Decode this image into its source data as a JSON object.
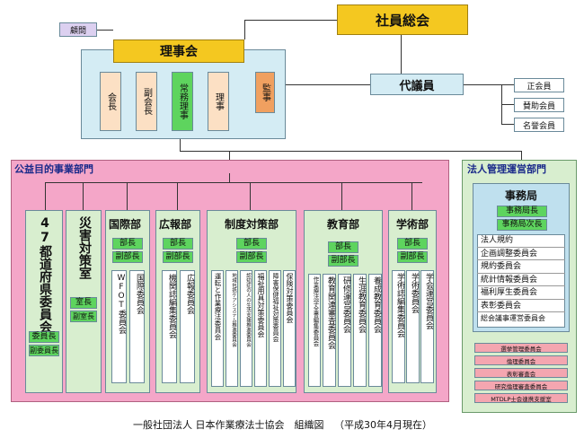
{
  "top": {
    "general_assembly": "社員総会",
    "board": "理事会",
    "advisor": "顧問",
    "delegates": "代議員",
    "board_members": [
      "会長",
      "副会長",
      "常務理事",
      "理事"
    ],
    "auditor": "監事",
    "member_types": [
      "正会員",
      "賛助会員",
      "名誉会員"
    ]
  },
  "public_section": {
    "title": "公益目的事業部門",
    "prefectural": {
      "name": "47都道府県委員会",
      "roles": [
        "委員長",
        "副委員長"
      ]
    },
    "disaster": {
      "name": "災害対策室",
      "roles": [
        "室長",
        "副室長"
      ]
    },
    "international": {
      "name": "国際部",
      "roles": [
        "部長",
        "副部長"
      ],
      "committees": [
        "WFOT委員会",
        "国際委員会"
      ]
    },
    "pr": {
      "name": "広報部",
      "roles": [
        "部長",
        "副部長"
      ],
      "committees": [
        "機関誌編集委員会",
        "広報委員会"
      ]
    },
    "policy": {
      "name": "制度対策部",
      "roles": [
        "部長",
        "副部長"
      ],
      "committees": [
        "運転と作業療法委員会",
        "地域包括ケアシステム推進委員会",
        "認知症の人の生活支援推進委員会",
        "福祉用具対策委員会",
        "障害保健福祉対策委員会",
        "保険対策委員会"
      ]
    },
    "education": {
      "name": "教育部",
      "roles": [
        "部長",
        "副部長"
      ],
      "committees": [
        "作業療法学全書編集委員会",
        "教育関連審査委員会",
        "研修運営委員会",
        "生涯教育委員会",
        "養成教育委員会"
      ]
    },
    "academic": {
      "name": "学術部",
      "roles": [
        "部長",
        "副部長"
      ],
      "committees": [
        "学術誌編集委員会",
        "学術委員会",
        "学会運営委員会"
      ]
    }
  },
  "admin_section": {
    "title": "法人管理運営部門",
    "secretariat": "事務局",
    "sec_roles": [
      "事務局長",
      "事務局次長"
    ],
    "committees": [
      "法人規約",
      "企画調整委員会",
      "規約委員会",
      "統計情報委員会",
      "福利厚生委員会",
      "表彰委員会",
      "総会議事運営委員会"
    ],
    "other_committees": [
      "選挙管理委員会",
      "倫理委員会",
      "表彰審査会",
      "研究倫理審査委員会",
      "MTDLP士会連携支援室"
    ]
  },
  "footer": {
    "org": "一般社団法人 日本作業療法士協会　組織図",
    "date": "（平成30年4月現在）"
  },
  "colors": {
    "gold": "#f4c820",
    "lightblue": "#d4ecf4",
    "pink": "#f4a6c8",
    "green": "#d8eecf",
    "bright_green": "#5ed45e",
    "sky": "#bfe0ee",
    "orange": "#f0a060",
    "advisor": "#dcd0f0"
  }
}
